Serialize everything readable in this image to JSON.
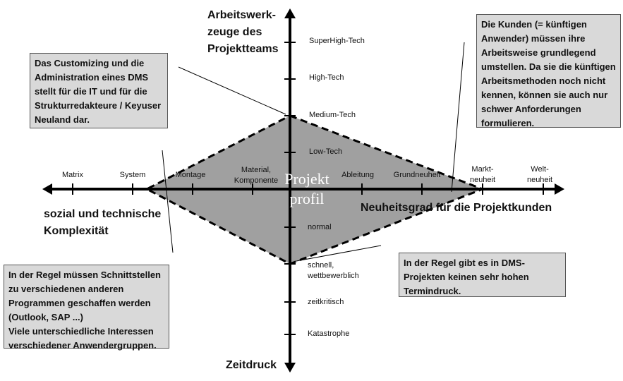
{
  "axes": {
    "top_title": "Arbeitswerk-\nzeuge des\nProjektteams",
    "bottom_title": "Zeitdruck",
    "left_title": "sozial und technische\nKomplexität",
    "right_title": "Neuheitsgrad für die Projektkunden",
    "vertical_up_ticks": [
      "SuperHigh-Tech",
      "High-Tech",
      "Medium-Tech",
      "Low-Tech"
    ],
    "vertical_down_ticks": [
      "normal",
      "schnell,\nwettbewerblich",
      "zeitkritisch",
      "Katastrophe"
    ],
    "horizontal_ticks": [
      "Matrix",
      "System",
      "Montage",
      "Material,\nKomponente",
      "Ableitung",
      "Grundneuheit",
      "Markt-\nneuheit",
      "Welt-\nneuheit"
    ]
  },
  "center_label": "Projekt\nprofil",
  "profile": {
    "top": "Medium-Tech",
    "right": "Markt-\nneuheit",
    "bottom": "schnell,\nwettbewerblich",
    "left": "System"
  },
  "notes": [
    "Das Customizing und die Administration eines DMS stellt für die IT und für die Strukturredakteure / Keyuser Neuland dar.",
    "Die Kunden (= künftigen Anwender) müssen ihre Arbeitsweise grundlegend umstellen. Da sie die künftigen Arbeitsmethoden noch nicht kennen, können sie auch nur schwer Anforderungen formulieren.",
    "In der Regel müssen Schnittstellen zu verschiedenen anderen Programmen geschaffen werden (Outlook, SAP ...)\nViele unterschiedliche Interessen verschiedener Anwendergruppen.",
    "In der Regel gibt es in DMS-Projekten keinen sehr hohen Termindruck."
  ]
}
